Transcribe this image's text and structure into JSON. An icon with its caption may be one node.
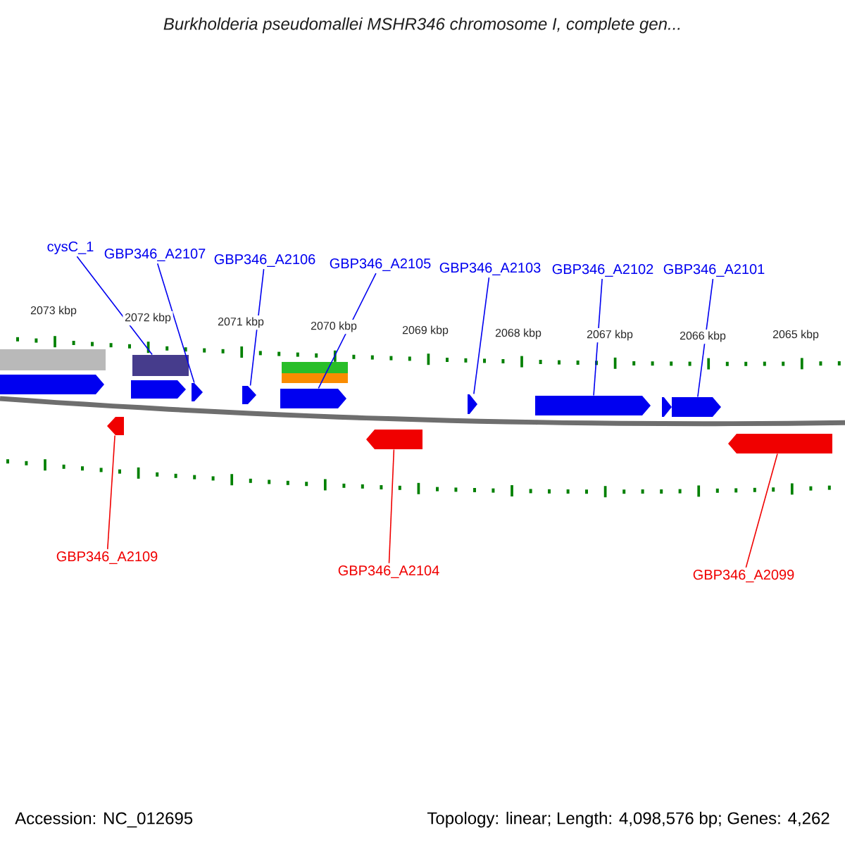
{
  "diagram": {
    "title": "Burkholderia pseudomallei MSHR346 chromosome I, complete gen...",
    "nodes": [
      {
        "text": [
          "cysC_1"
        ]
      },
      {
        "text": [
          "GBP346_A2107"
        ]
      },
      {
        "text": [
          "GBP346_A2106"
        ]
      },
      {
        "text": [
          "GBP346_A2105"
        ]
      },
      {
        "text": [
          "GBP346_A2103"
        ]
      },
      {
        "text": [
          "GBP346_A2102"
        ]
      },
      {
        "text": [
          "GBP346_A2101"
        ]
      },
      {
        "text": [
          "GBP346_A2109"
        ]
      },
      {
        "text": [
          "GBP346_A2104"
        ]
      },
      {
        "text": [
          "GBP346_A2099"
        ]
      },
      {
        "text": [],
        "shape": "bar"
      },
      {
        "text": [],
        "shape": "arrow"
      },
      {
        "text": [],
        "shape": "arrow"
      },
      {
        "text": [],
        "shape": "arrow"
      },
      {
        "text": [],
        "shape": "bar"
      },
      {
        "text": [],
        "shape": "arrow"
      },
      {
        "text": [],
        "shape": "arrow"
      },
      {
        "text": [],
        "shape": "arrow"
      },
      {
        "text": [],
        "shape": "bar"
      },
      {
        "text": [],
        "shape": "bar"
      },
      {
        "text": [],
        "shape": "arrow"
      },
      {
        "text": [],
        "shape": "arrow"
      },
      {
        "text": [],
        "shape": "arrow"
      },
      {
        "text": [],
        "shape": "arrow"
      },
      {
        "text": [],
        "shape": "arrow"
      },
      {
        "text": [],
        "shape": "arrow"
      }
    ],
    "edges": [
      {
        "from": 0,
        "to": 14,
        "arrow": "none"
      },
      {
        "from": 1,
        "to": 15,
        "arrow": "none"
      },
      {
        "from": 2,
        "to": 16,
        "arrow": "none"
      },
      {
        "from": 3,
        "to": 17,
        "arrow": "none"
      },
      {
        "from": 4,
        "to": 21,
        "arrow": "none"
      },
      {
        "from": 5,
        "to": 22,
        "arrow": "none"
      },
      {
        "from": 6,
        "to": 24,
        "arrow": "none"
      },
      {
        "from": 7,
        "to": 12,
        "arrow": "none",
        "color": "#f00000"
      },
      {
        "from": 8,
        "to": 20,
        "arrow": "none",
        "color": "#f00000"
      },
      {
        "from": 9,
        "to": 25,
        "arrow": "none",
        "color": "#f00000"
      }
    ],
    "labels": [
      "2073 kbp",
      "2072 kbp",
      "2071 kbp",
      "2070 kbp",
      "2069 kbp",
      "2068 kbp",
      "2067 kbp",
      "2066 kbp",
      "2065 kbp",
      "Accession: NC_012695",
      "Topology: linear; Length: 4,098,576 bp; Genes: 4,262"
    ]
  }
}
